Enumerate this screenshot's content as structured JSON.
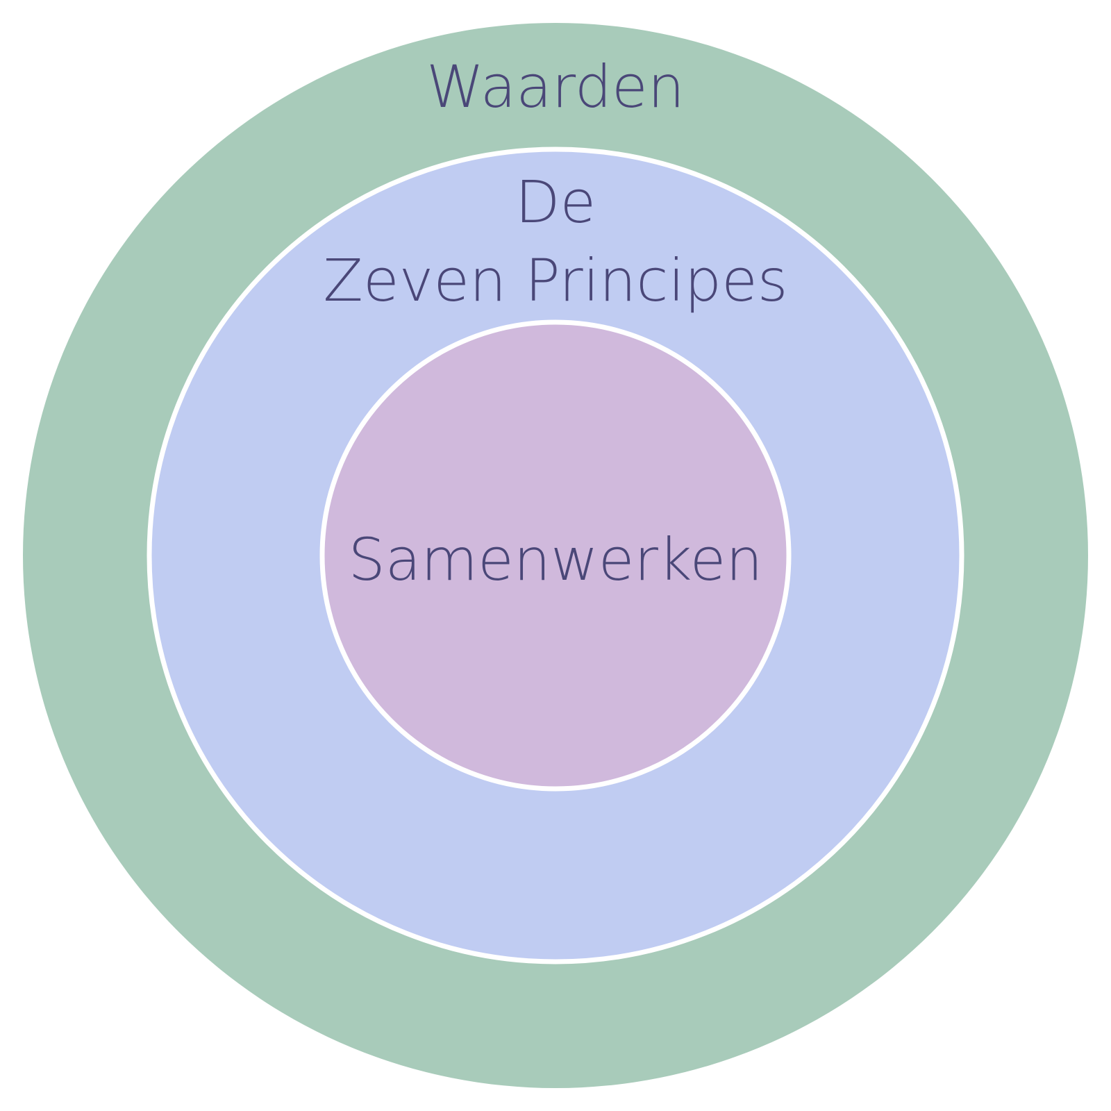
{
  "diagram": {
    "text_color": "#4a4778",
    "separator_color": "#ffffff",
    "rings": [
      {
        "id": "outer",
        "fill": "#a8cbba",
        "lines": [
          "Waarden"
        ]
      },
      {
        "id": "middle",
        "fill": "#c0ccf2",
        "lines": [
          "De",
          "Zeven Principes"
        ]
      },
      {
        "id": "inner",
        "fill": "#d0b9dc",
        "lines": [
          "Samenwerken"
        ]
      }
    ]
  }
}
